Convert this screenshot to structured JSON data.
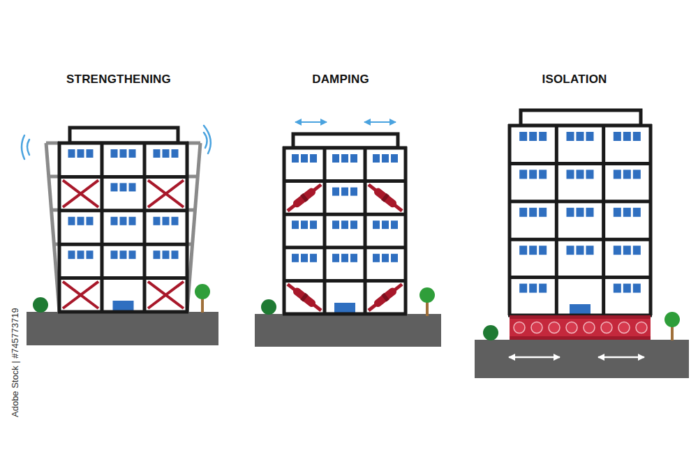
{
  "diagram": {
    "labels": [
      "STRENGTHENING",
      "DAMPING",
      "ISOLATION",
      "Adobe Stock | #745773719"
    ]
  }
}
